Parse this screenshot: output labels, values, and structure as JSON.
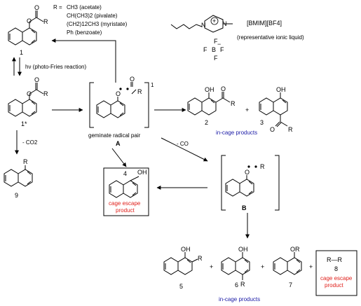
{
  "r_groups": {
    "prefix": "R =",
    "acetate": "CH3 (acetate)",
    "pivalate": "CH(CH3)2 (pivalate)",
    "myristate": "(CH2)12CH3 (myristate)",
    "benzoate": "Ph (benzoate)"
  },
  "ionic_liquid": {
    "name": "[BMIM][BF4]",
    "note": "(representative ionic liquid)",
    "plus": "+",
    "minus": "−",
    "atoms": {
      "n1": "N",
      "n2": "N",
      "b": "B",
      "f1": "F",
      "f2": "F",
      "f3": "F",
      "f4": "F"
    }
  },
  "labels": {
    "c1": "1",
    "c1_star": "1*",
    "c2": "2",
    "c3": "3",
    "c4": "4",
    "c5": "5",
    "c6": "6",
    "c7": "7",
    "c8": "8",
    "c9": "9",
    "pair_a": "A",
    "pair_b": "B",
    "pair_a_superscript": "1"
  },
  "reactions": {
    "photo_fries": "hν (photo-Fries reaction)",
    "minus_co2": "- CO2",
    "minus_co": "- CO",
    "geminate": "geminate radical pair",
    "in_cage_1": "in-cage products",
    "in_cage_2": "in-cage products",
    "plus": "+"
  },
  "boxes": {
    "cage_escape_4_line1": "cage escape",
    "cage_escape_4_line2": "product",
    "cage_escape_8_line1": "cage escape",
    "cage_escape_8_line2": "product"
  },
  "groups": {
    "OH": "OH",
    "OR": "OR",
    "R": "R",
    "O": "O",
    "RR": "R—R"
  },
  "colors": {
    "in_cage": "#1a1aa6",
    "cage_escape": "#e0201b"
  }
}
